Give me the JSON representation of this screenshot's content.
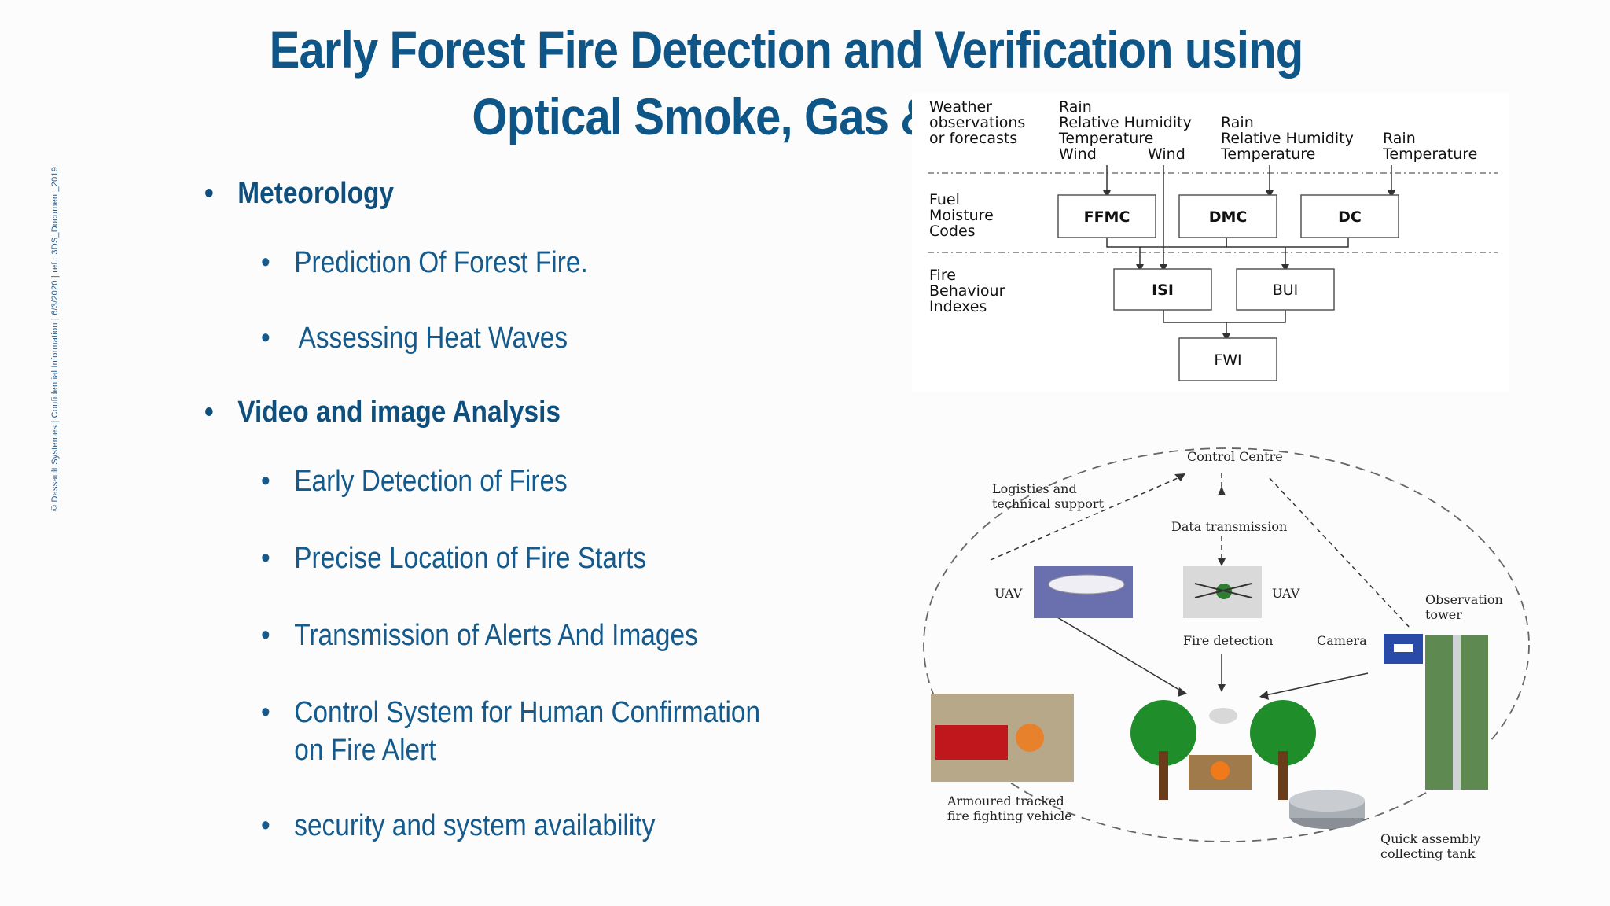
{
  "slide": {
    "title_line1": "Early Forest Fire Detection and Verification using",
    "title_line2": "Optical Smoke, Gas & S",
    "side_note": "© Dassault Systemes | Confidential Information | 6/3/2020 | ref.: 3DS_Document_2019",
    "bullet_char": "•",
    "sections": [
      {
        "heading": "Meteorology",
        "items": [
          "Prediction Of Forest Fire.",
          "Assessing Heat Waves"
        ]
      },
      {
        "heading": "Video and image Analysis",
        "items": [
          "Early Detection of Fires",
          "Precise Location of Fire Starts",
          "Transmission of Alerts And Images",
          "Control System for Human Confirmation",
          "on Fire Alert",
          "security and system availability"
        ]
      }
    ]
  },
  "fwi_diagram": {
    "row_labels": {
      "weather": [
        "Weather",
        "observations",
        "or forecasts"
      ],
      "fuel": [
        "Fuel",
        "Moisture",
        "Codes"
      ],
      "fire": [
        "Fire",
        "Behaviour",
        "Indexes"
      ]
    },
    "inputs": {
      "col1": [
        "Rain",
        "Relative Humidity",
        "Temperature",
        "Wind"
      ],
      "wind2": "Wind",
      "col2": [
        "Rain",
        "Relative Humidity",
        "Temperature"
      ],
      "col3": [
        "Rain",
        "Temperature"
      ]
    },
    "boxes": {
      "ffmc": "FFMC",
      "dmc": "DMC",
      "dc": "DC",
      "isi": "ISI",
      "bui": "BUI",
      "fwi": "FWI"
    }
  },
  "system_diagram": {
    "control_centre": "Control Centre",
    "logistics": [
      "Logistics and",
      "technical support"
    ],
    "data_transmission": "Data transmission",
    "uav_left": "UAV",
    "uav_right": "UAV",
    "fire_detection": "Fire detection",
    "camera": "Camera",
    "observation_tower": [
      "Observation",
      "tower"
    ],
    "armoured": [
      "Armoured tracked",
      "fire fighting vehicle"
    ],
    "tank": [
      "Quick assembly",
      "collecting tank"
    ]
  }
}
